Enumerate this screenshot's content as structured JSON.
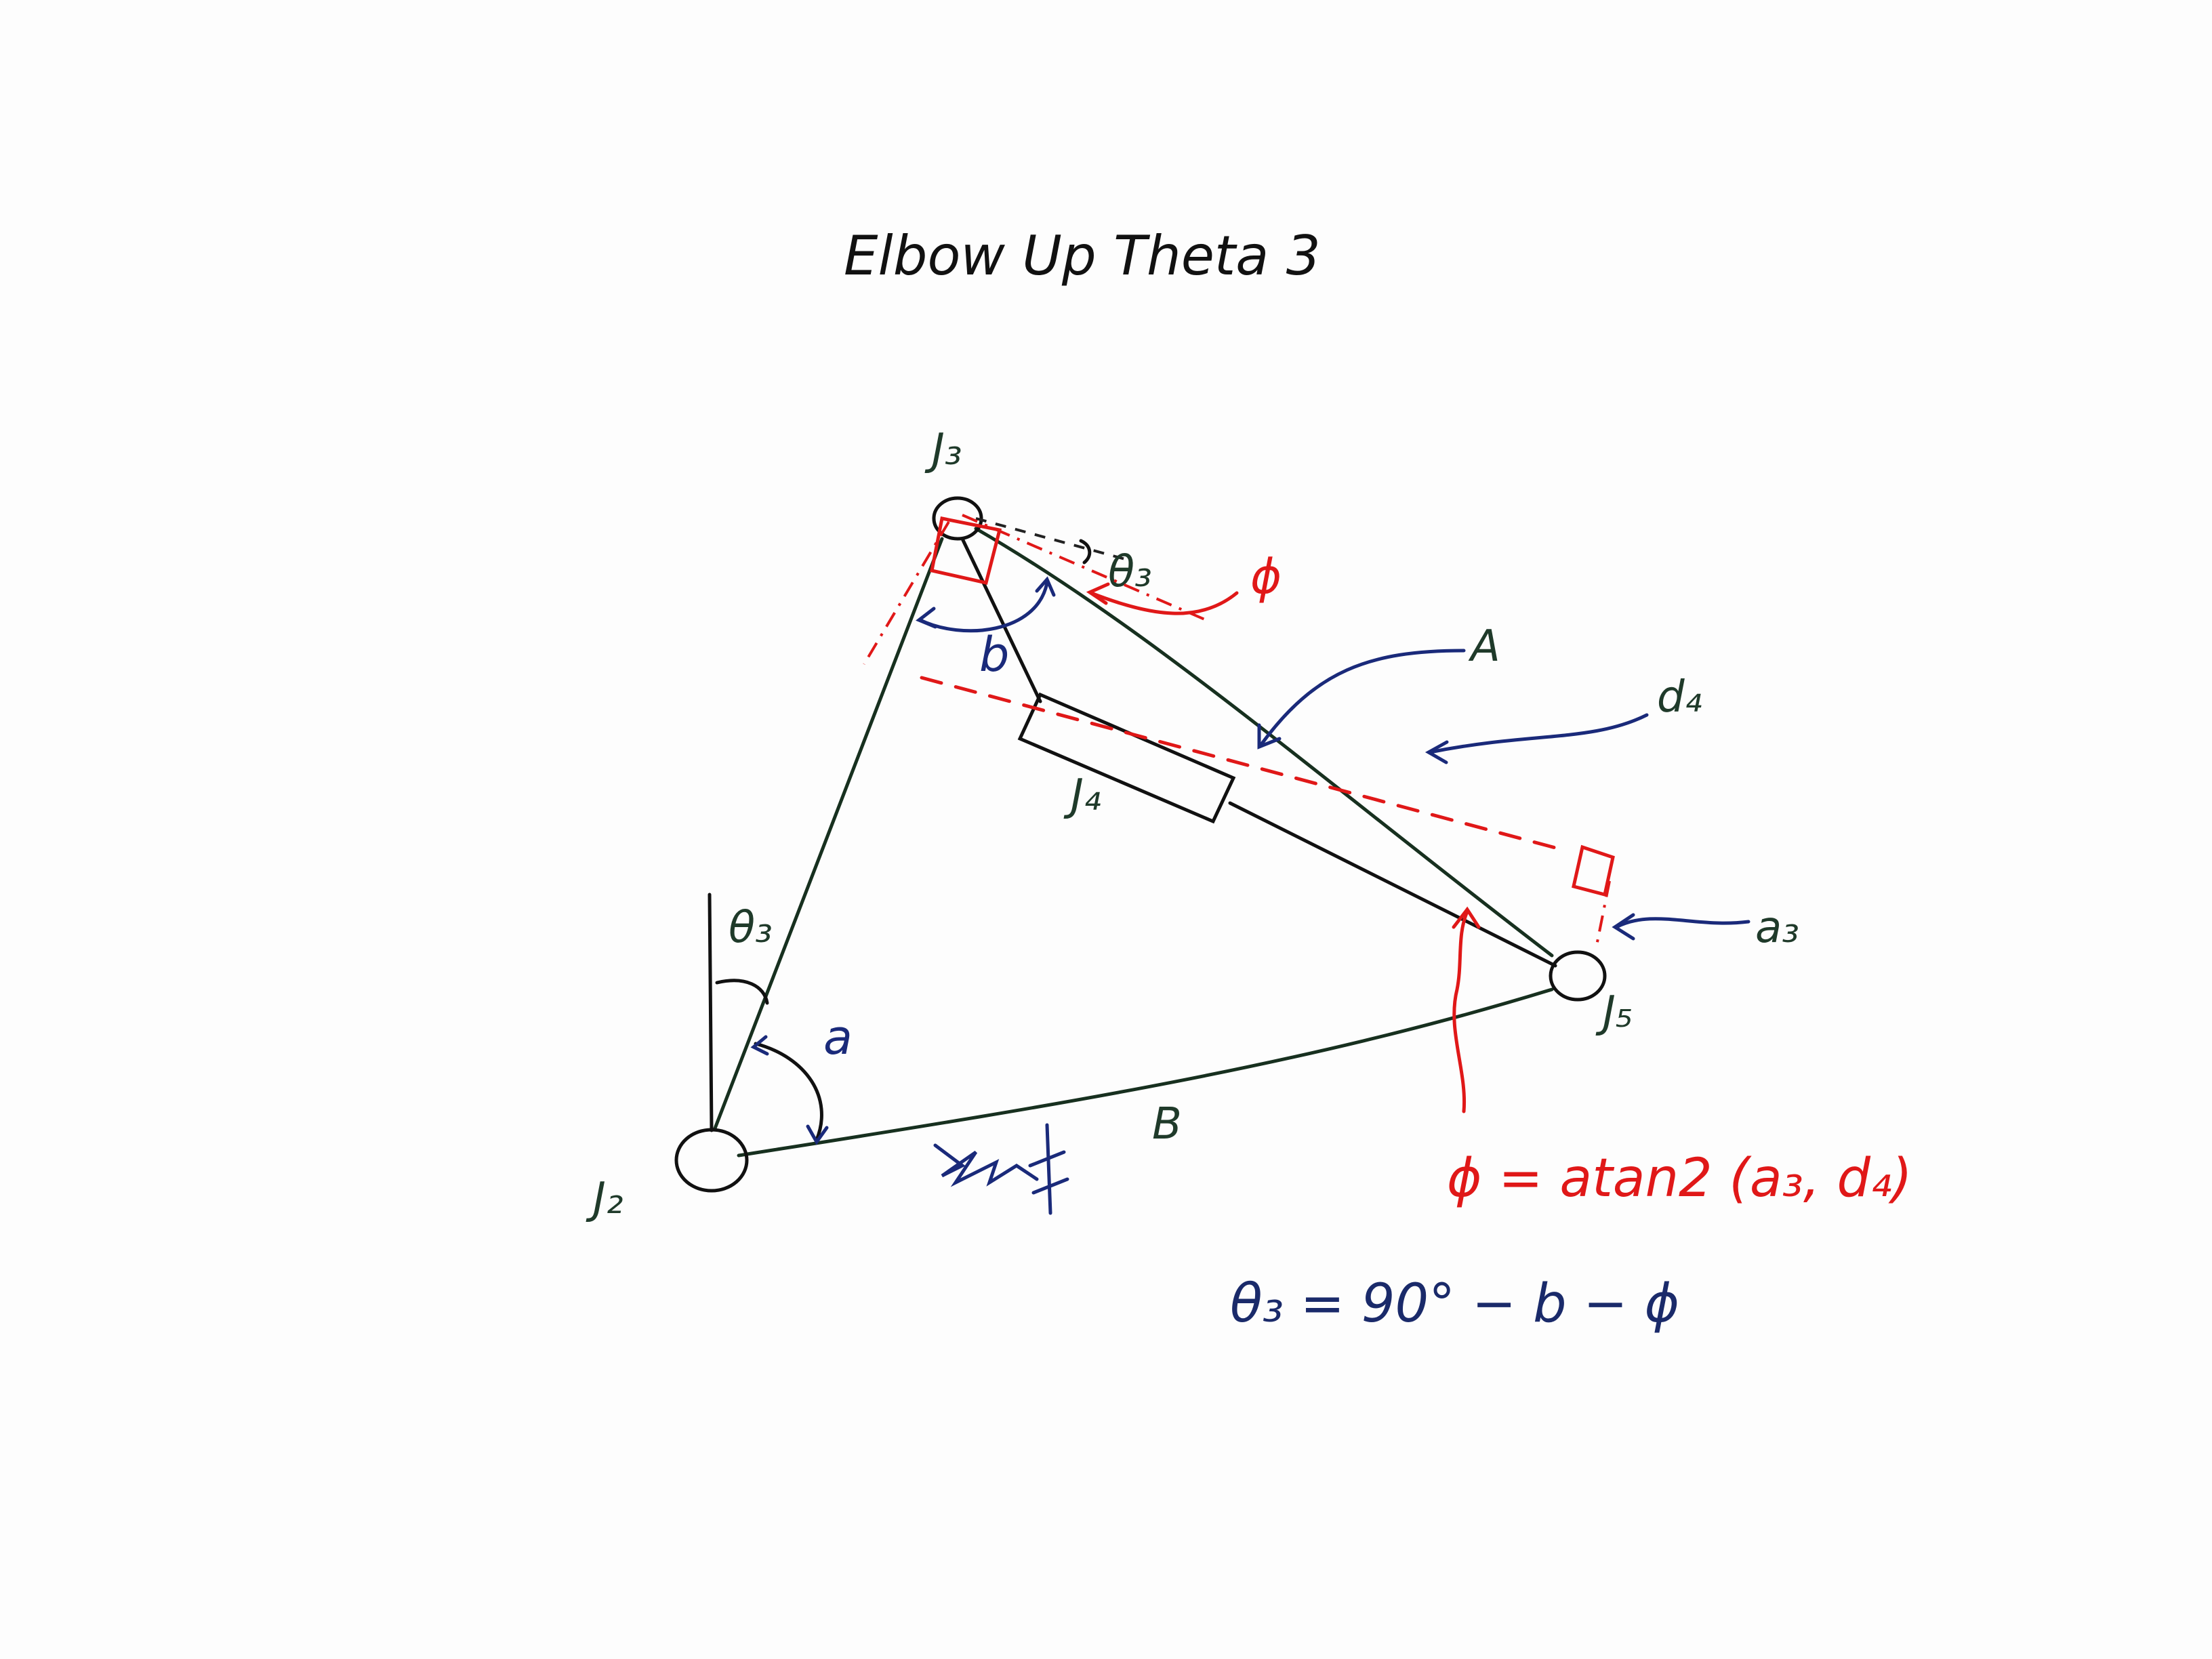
{
  "title": "Elbow Up Theta 3",
  "joints": {
    "j2": "J₂",
    "j3": "J₃",
    "j4": "J₄",
    "j5": "J₅"
  },
  "angles": {
    "theta3_base": "θ₃",
    "theta3_top": "θ₃",
    "a": "a",
    "b": "b",
    "phi": "ϕ"
  },
  "segments": {
    "A": "A",
    "B": "B",
    "d4": "d₄",
    "a3": "a₃"
  },
  "equations": {
    "phi_eq": "ϕ = atan2 (a₃, d₄)",
    "theta3_eq": "θ₃ = 90° − b − ϕ"
  },
  "colors": {
    "dark_ink": "#17301f",
    "blue_ink": "#1a2a7a",
    "red_ink": "#e01818"
  }
}
